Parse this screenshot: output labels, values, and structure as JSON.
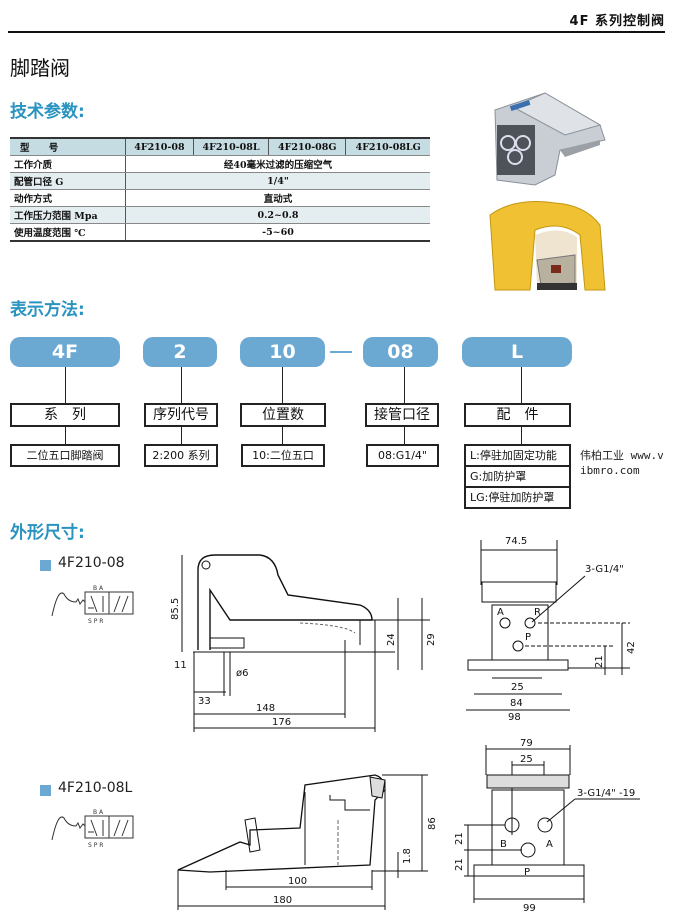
{
  "header": {
    "title": "4F 系列控制阀"
  },
  "page_title": "脚踏阀",
  "sections": {
    "tech": "技术参数:",
    "notation": "表示方法:",
    "dimensions": "外形尺寸:"
  },
  "spec_table": {
    "header_label": "型 号",
    "models": [
      "4F210-08",
      "4F210-08L",
      "4F210-08G",
      "4F210-08LG"
    ],
    "rows": [
      {
        "label": "工作介质",
        "value": "经40毫米过滤的压缩空气"
      },
      {
        "label": "配管口径 G",
        "value": "1/4\""
      },
      {
        "label": "动作方式",
        "value": "直动式"
      },
      {
        "label": "工作压力范围 Mpa",
        "value": "0.2~0.8"
      },
      {
        "label": "使用温度范围 ℃",
        "value": "-5~60"
      }
    ]
  },
  "notation": {
    "codes": [
      "4F",
      "2",
      "10",
      "08",
      "L"
    ],
    "separator": "—",
    "meanings": [
      "系　列",
      "序列代号",
      "位置数",
      "接管口径",
      "配　件"
    ],
    "details": [
      "二位五口脚踏阀",
      "2:200 系列",
      "10:二位五口",
      "08:G1/4\""
    ],
    "accessories": [
      "L:停驻加固定功能",
      "G:加防护罩",
      "LG:停驻加防护罩"
    ]
  },
  "watermark": "伟柏工业 www.vibmro.com",
  "drawings": [
    {
      "model": "4F210-08",
      "symbol_ports_top": "B A",
      "symbol_ports_bottom": "S P R",
      "side_dims": [
        "85.5",
        "24",
        "29",
        "11",
        "ø6",
        "33",
        "148",
        "176"
      ],
      "front_dims": [
        "74.5",
        "3-G1/4\"",
        "A",
        "R",
        "P",
        "21",
        "42",
        "25",
        "84",
        "98"
      ]
    },
    {
      "model": "4F210-08L",
      "symbol_ports_top": "B A",
      "symbol_ports_bottom": "S P R",
      "side_dims": [
        "86",
        "1.8",
        "100",
        "180"
      ],
      "front_dims": [
        "79",
        "25",
        "3-G1/4\" -19",
        "B",
        "A",
        "P",
        "21",
        "21",
        "99"
      ]
    }
  ],
  "colors": {
    "accent": "#2a93c0",
    "pill": "#6ba8d2",
    "table_header": "#c5dce3"
  }
}
